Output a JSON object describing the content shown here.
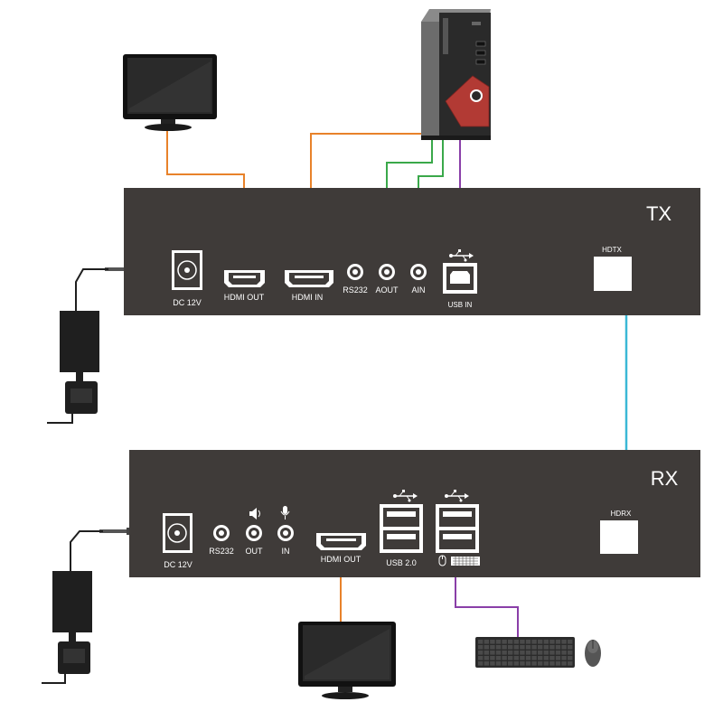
{
  "tx": {
    "title": "TX",
    "dc_label": "DC 12V",
    "hdmi_out_label": "HDMI OUT",
    "hdmi_in_label": "HDMI IN",
    "rs232_label": "RS232",
    "aout_label": "AOUT",
    "ain_label": "AIN",
    "usb_in_label": "USB IN",
    "hdtx_label": "HDTX"
  },
  "rx": {
    "title": "RX",
    "dc_label": "DC 12V",
    "rs232_label": "RS232",
    "out_label": "OUT",
    "in_label": "IN",
    "hdmi_out_label": "HDMI OUT",
    "usb_label": "USB 2.0",
    "hdrx_label": "HDRX"
  },
  "colors": {
    "panel": "#3f3b39",
    "hdmi_cable": "#e8822a",
    "audio_cable": "#3aa84a",
    "usb_cable": "#8a3fa8",
    "link_cable": "#3bb8d6"
  }
}
